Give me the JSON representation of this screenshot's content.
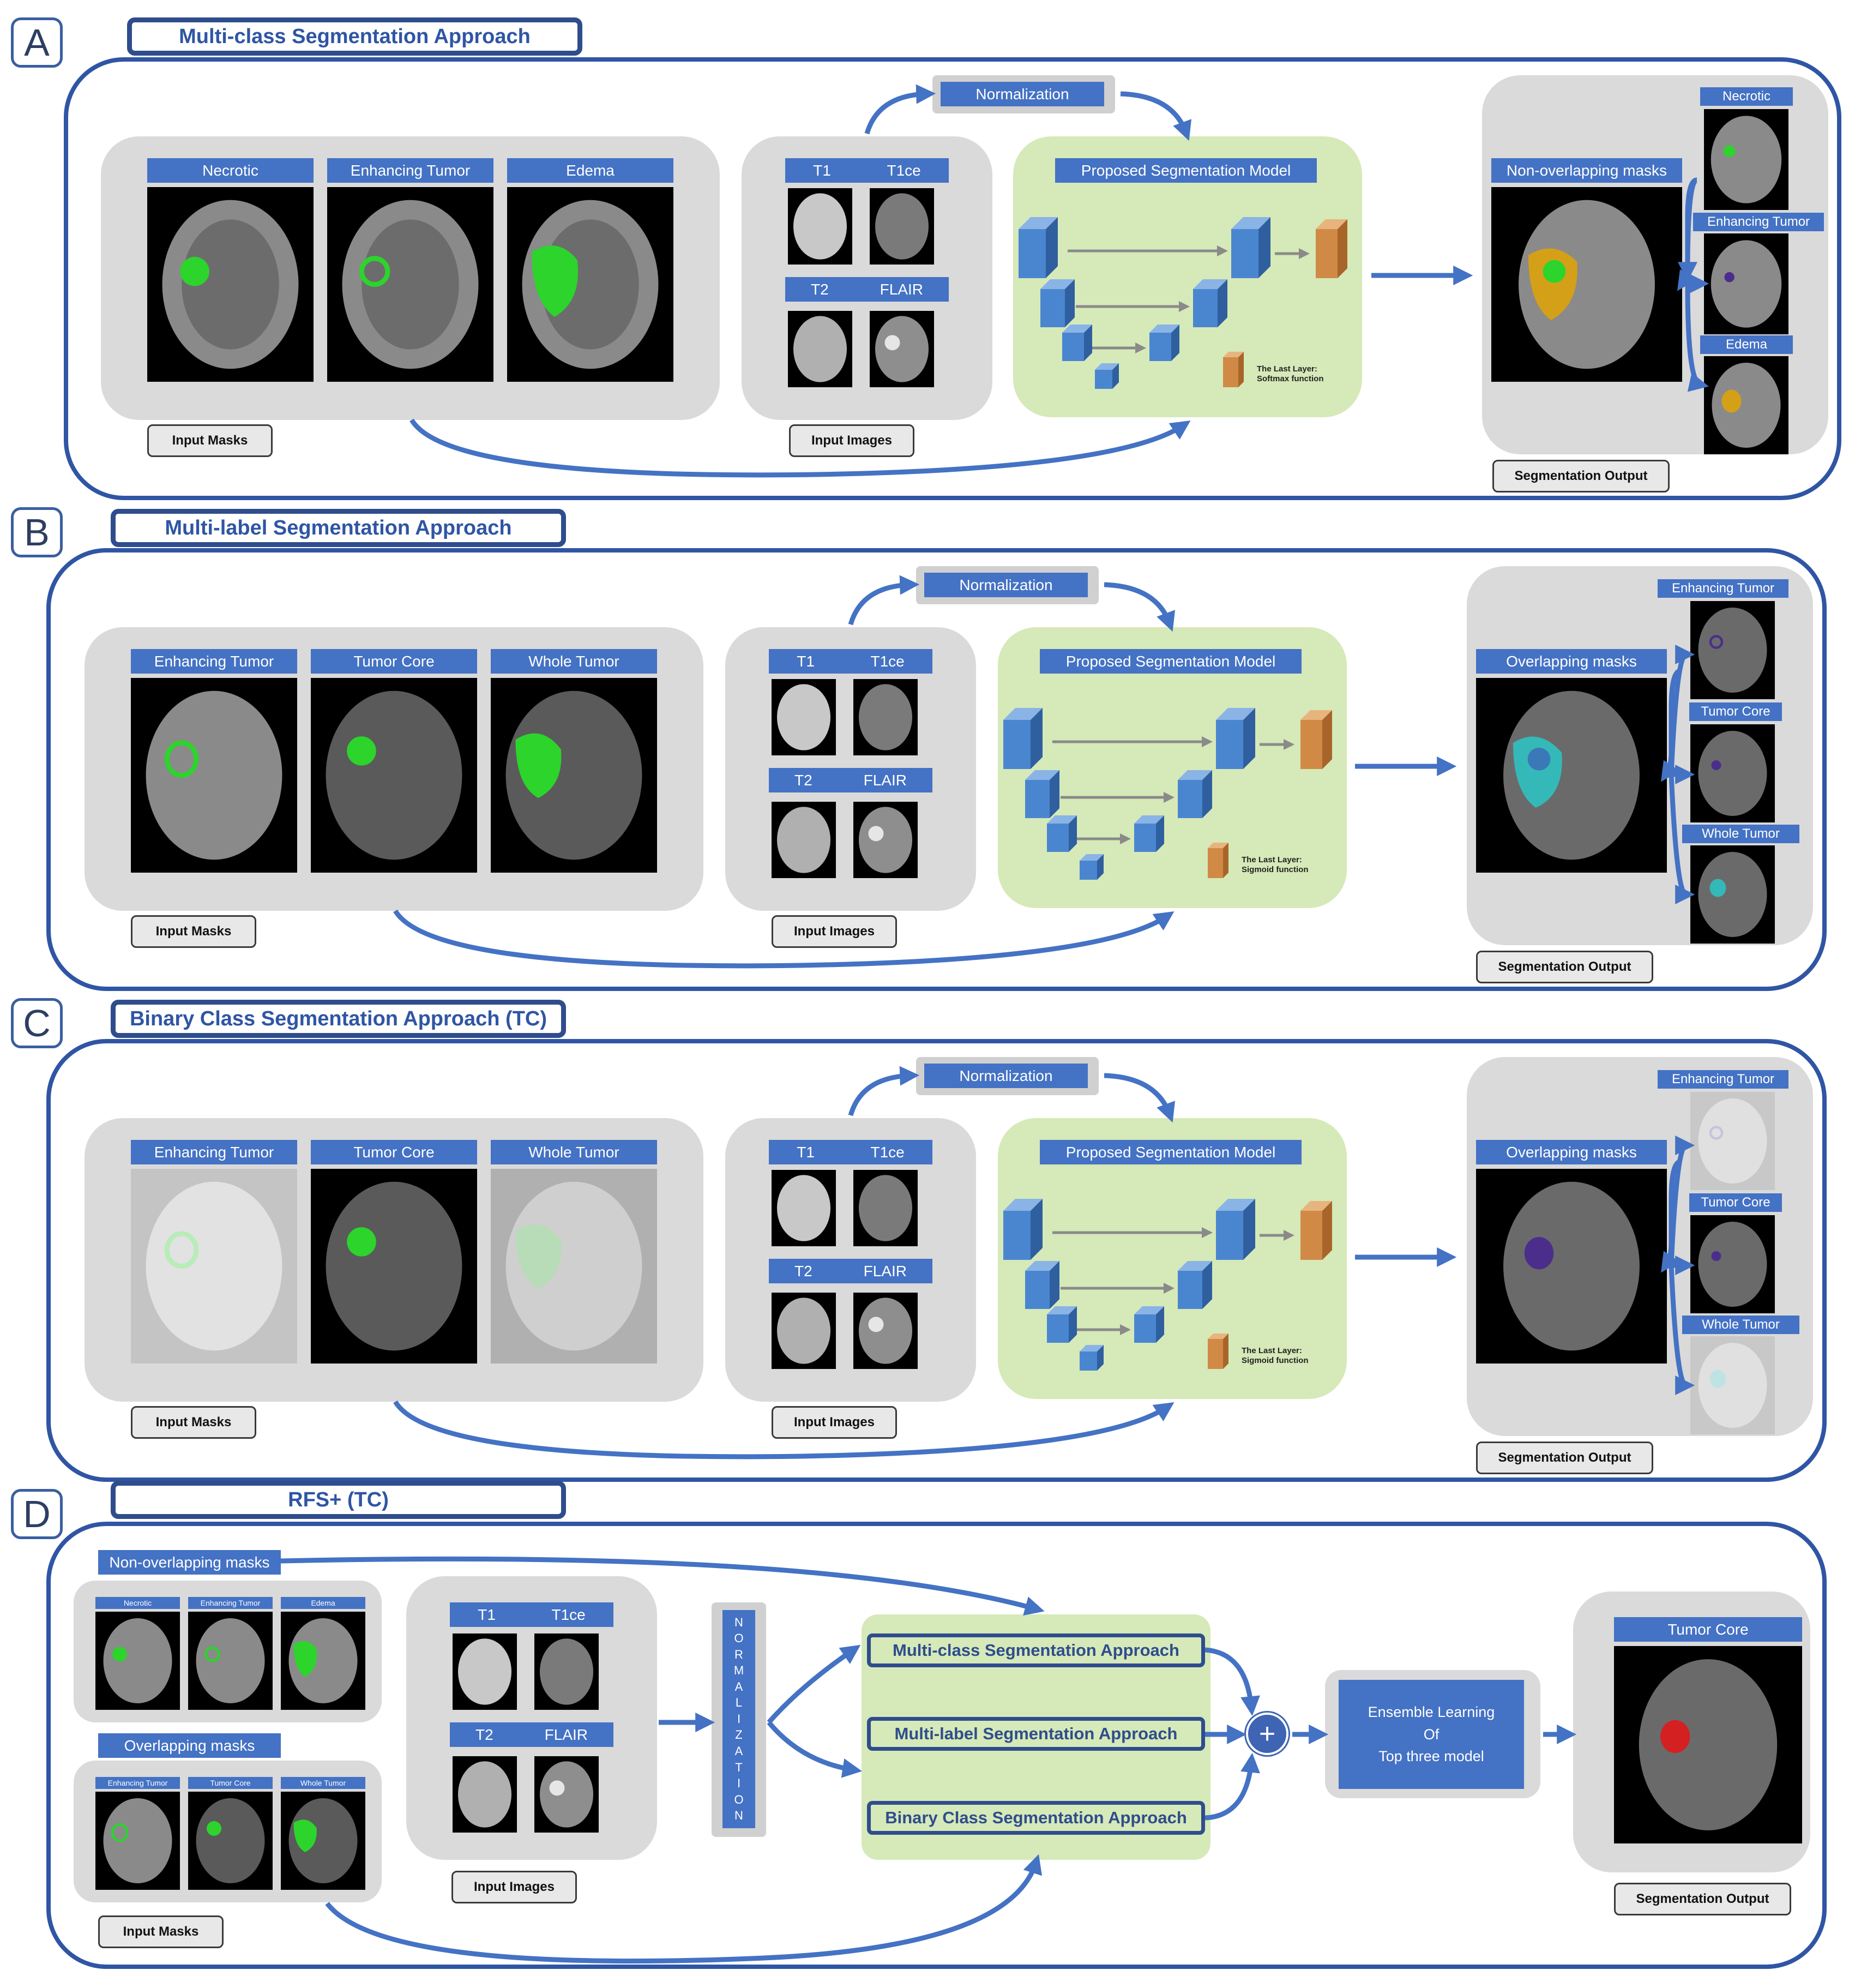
{
  "colors": {
    "accent_blue": "#4472c4",
    "frame_blue": "#2f55a4",
    "panel_gray": "#dadada",
    "panel_green": "#d6e9b8",
    "mask_green": "#2cd42c",
    "mask_orange": "#d4a017",
    "mask_purple": "#4b2e8c",
    "mask_cyan": "#35b8b8",
    "mask_red": "#d42020"
  },
  "icons": [
    "sum-plus-icon",
    "flow-arrow-icon",
    "unet-block-icon"
  ],
  "panel_a": {
    "letter": "A",
    "title": "Multi-class Segmentation Approach",
    "masks": [
      "Necrotic",
      "Enhancing Tumor",
      "Edema"
    ],
    "input_masks": "Input Masks",
    "modalities": [
      "T1",
      "T1ce",
      "T2",
      "FLAIR"
    ],
    "input_images": "Input Images",
    "normalization": "Normalization",
    "model_title": "Proposed Segmentation Model",
    "last_layer_1": "The Last Layer:",
    "last_layer_2": "Softmax function",
    "output_label": "Non-overlapping masks",
    "output_masks": [
      "Necrotic",
      "Enhancing Tumor",
      "Edema"
    ],
    "segmentation_output": "Segmentation Output"
  },
  "panel_b": {
    "letter": "B",
    "title": "Multi-label Segmentation Approach",
    "masks": [
      "Enhancing Tumor",
      "Tumor Core",
      "Whole Tumor"
    ],
    "input_masks": "Input Masks",
    "modalities": [
      "T1",
      "T1ce",
      "T2",
      "FLAIR"
    ],
    "input_images": "Input Images",
    "normalization": "Normalization",
    "model_title": "Proposed Segmentation Model",
    "last_layer_1": "The Last Layer:",
    "last_layer_2": "Sigmoid function",
    "output_label": "Overlapping masks",
    "output_masks": [
      "Enhancing Tumor",
      "Tumor Core",
      "Whole Tumor"
    ],
    "segmentation_output": "Segmentation Output"
  },
  "panel_c": {
    "letter": "C",
    "title": "Binary Class Segmentation Approach (TC)",
    "masks": [
      "Enhancing Tumor",
      "Tumor Core",
      "Whole Tumor"
    ],
    "input_masks": "Input Masks",
    "modalities": [
      "T1",
      "T1ce",
      "T2",
      "FLAIR"
    ],
    "input_images": "Input Images",
    "normalization": "Normalization",
    "model_title": "Proposed Segmentation Model",
    "last_layer_1": "The Last Layer:",
    "last_layer_2": "Sigmoid function",
    "output_label": "Overlapping masks",
    "output_masks": [
      "Enhancing Tumor",
      "Tumor Core",
      "Whole Tumor"
    ],
    "segmentation_output": "Segmentation Output"
  },
  "panel_d": {
    "letter": "D",
    "title": "RFS+ (TC)",
    "non_overlapping": "Non-overlapping masks",
    "non_overlapping_items": [
      "Necrotic",
      "Enhancing Tumor",
      "Edema"
    ],
    "overlapping": "Overlapping masks",
    "overlapping_items": [
      "Enhancing Tumor",
      "Tumor Core",
      "Whole Tumor"
    ],
    "input_masks": "Input Masks",
    "modalities": [
      "T1",
      "T1ce",
      "T2",
      "FLAIR"
    ],
    "input_images": "Input Images",
    "normalization_letters": [
      "N",
      "O",
      "R",
      "M",
      "A",
      "L",
      "I",
      "Z",
      "A",
      "T",
      "I",
      "O",
      "N"
    ],
    "approaches": [
      "Multi-class Segmentation Approach",
      "Multi-label Segmentation Approach",
      "Binary Class Segmentation Approach"
    ],
    "ensemble_lines": [
      "Ensemble Learning",
      "Of",
      "Top three model"
    ],
    "output_label": "Tumor Core",
    "segmentation_output": "Segmentation Output"
  }
}
